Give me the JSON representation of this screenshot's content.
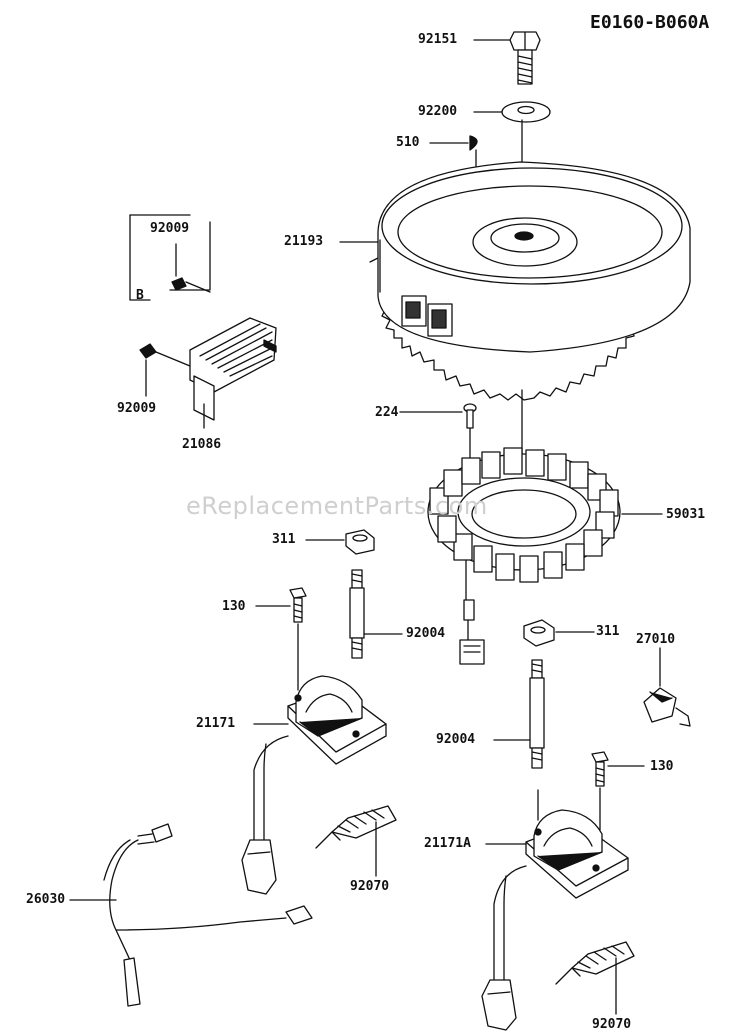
{
  "diagram_code": "E0160-B060A",
  "watermark": "eReplacementParts.com",
  "parts": {
    "bolt": "92151",
    "washer": "92200",
    "key": "510",
    "flywheel": "21193",
    "bracket_bolt_top": "92009",
    "bracket_letter": "B",
    "bracket_bolt_left": "92009",
    "regulator": "21086",
    "screw_224": "224",
    "stator": "59031",
    "nut_left": "311",
    "screw_130_left": "130",
    "stud_left": "92004",
    "nut_right": "311",
    "switch": "27010",
    "coil_left": "21171",
    "stud_right": "92004",
    "screw_130_right": "130",
    "coil_right": "21171A",
    "harness": "26030",
    "plug_left": "92070",
    "plug_right": "92070"
  }
}
